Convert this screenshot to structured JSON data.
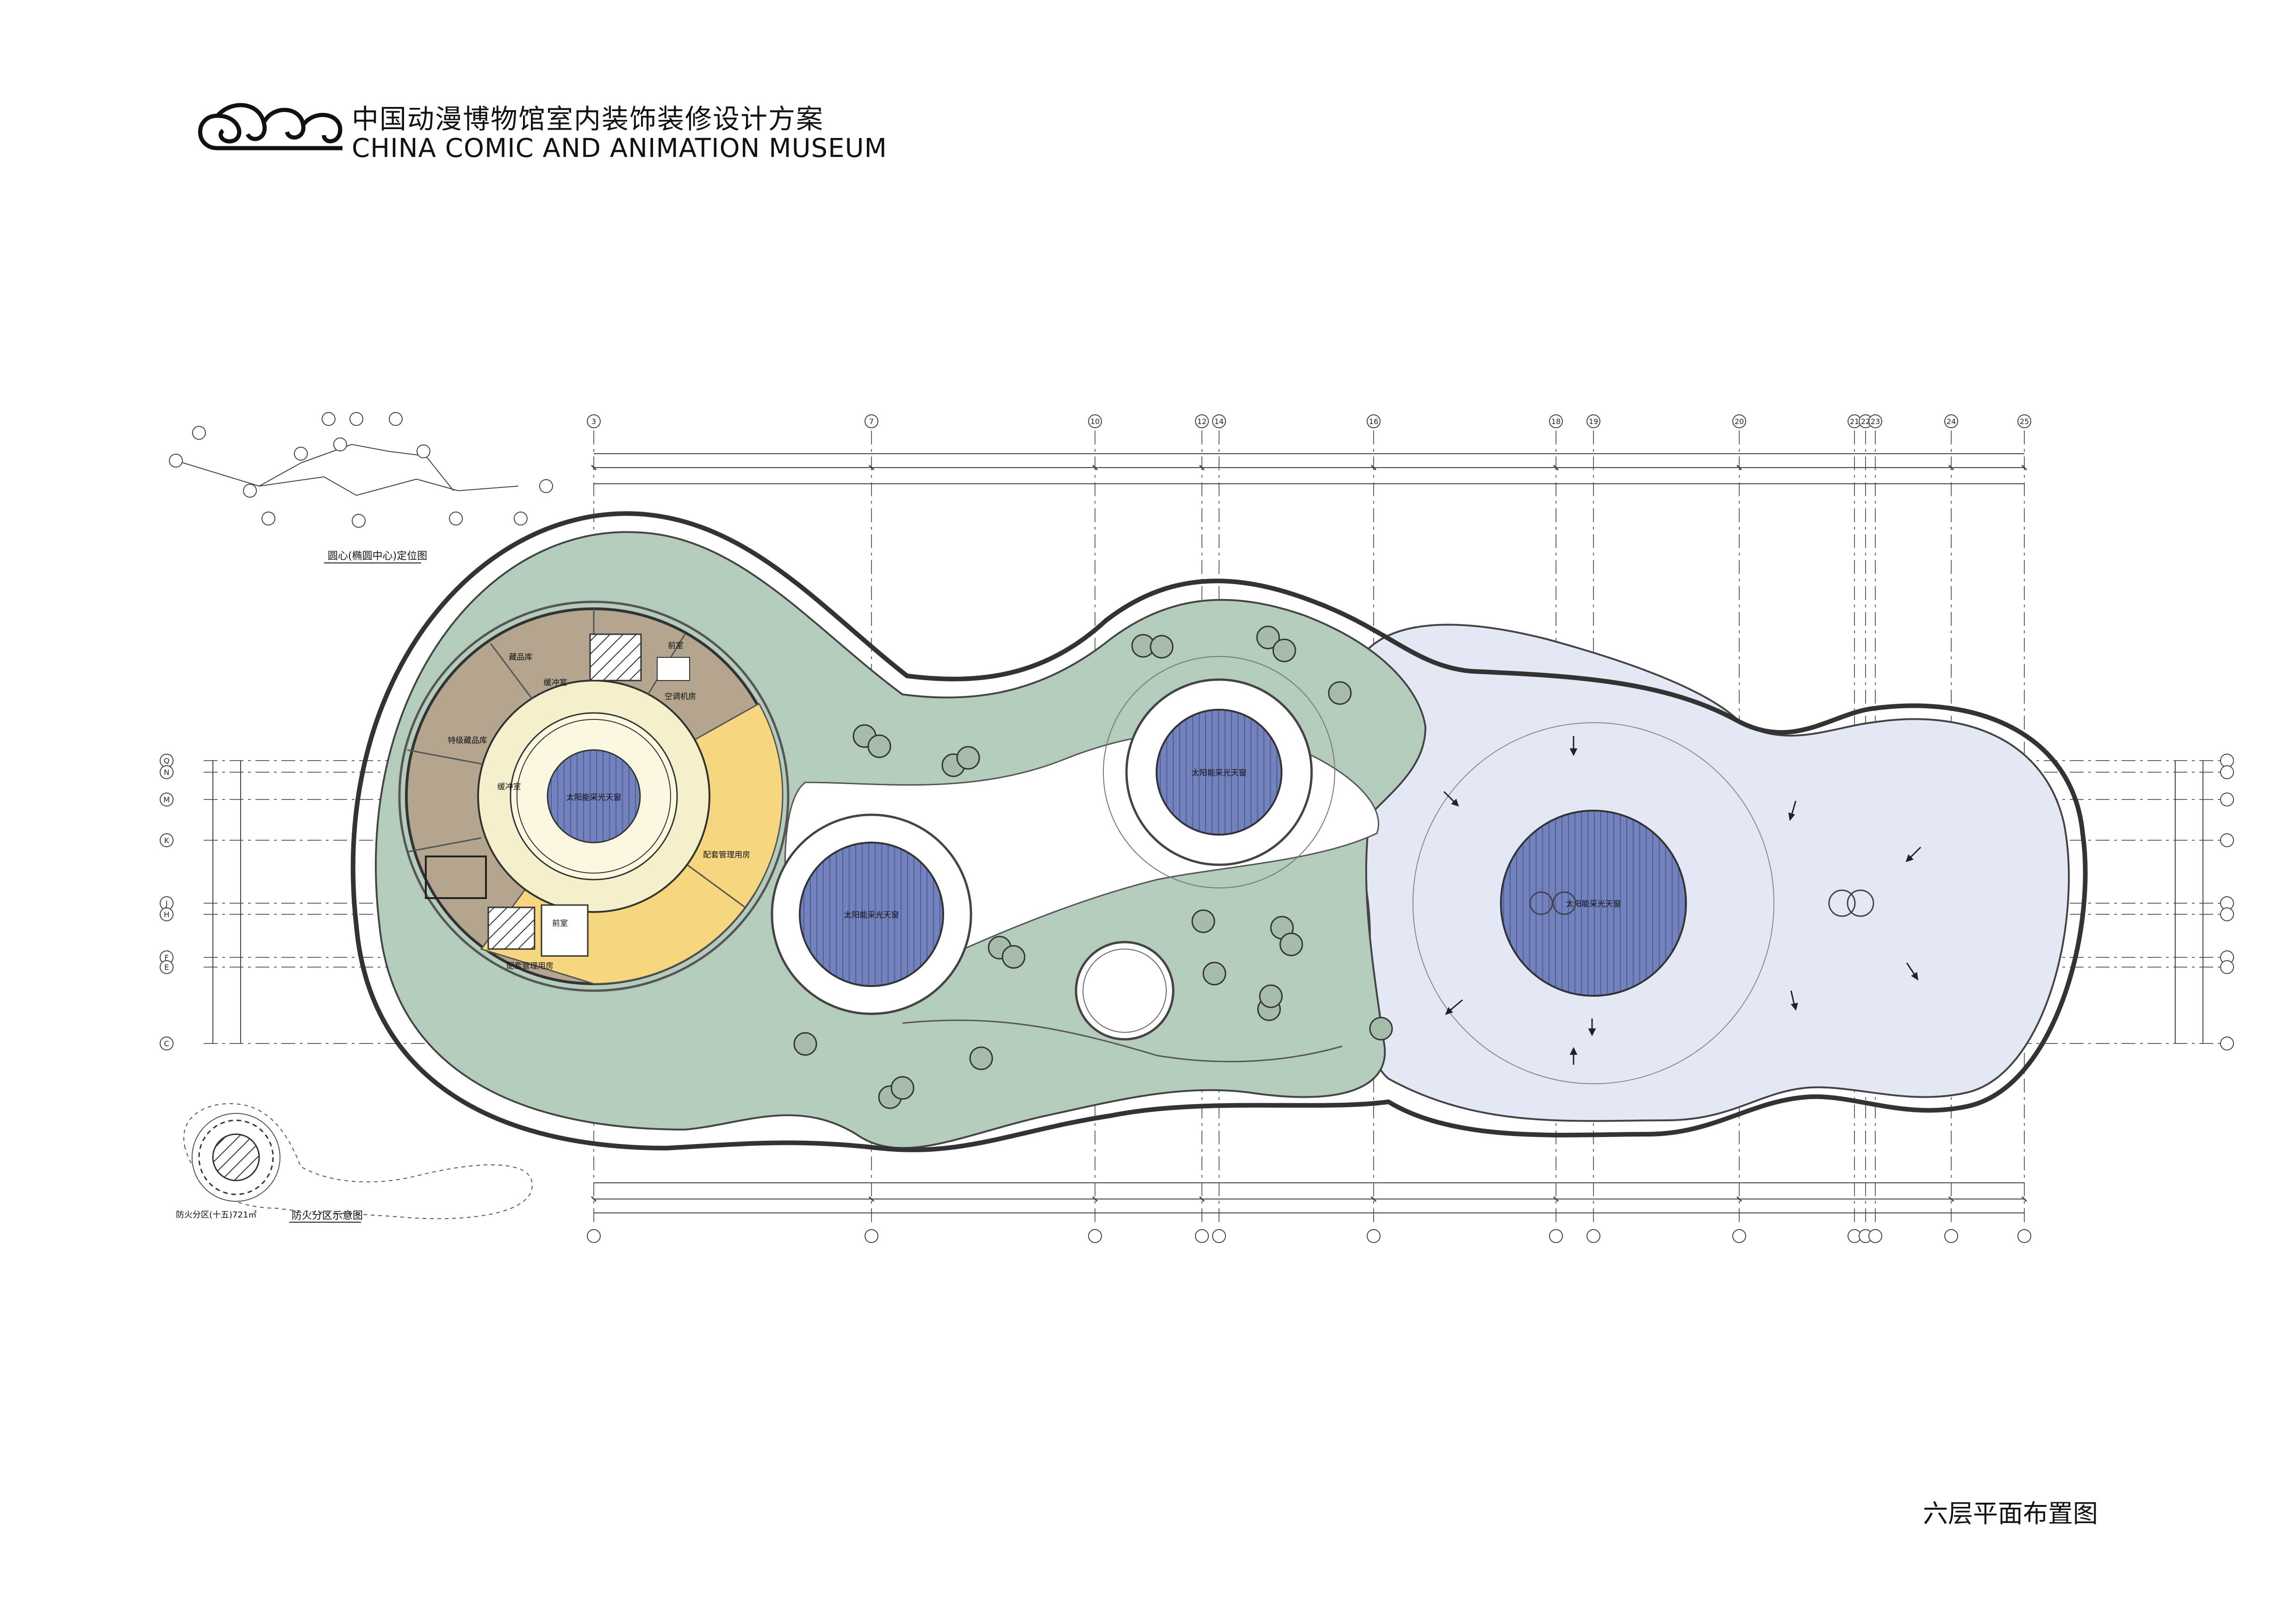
{
  "header": {
    "title_cn": "中国动漫博物馆室内装饰装修设计方案",
    "title_en": "CHINA COMIC AND ANIMATION MUSEUM"
  },
  "sheet_title": "六层平面布置图",
  "key_plan": {
    "caption": "圆心(椭圆中心)定位图"
  },
  "fire_zone": {
    "caption": "防火分区示意图",
    "area_note": "防火分区(十五)721㎡"
  },
  "rooms": {
    "storage_1": "藏品库",
    "buffer_1": "缓冲室",
    "buffer_2": "缓冲室",
    "special_storage": "特级藏品库",
    "hvac": "空调机房",
    "support_mgmt_1": "配套管理用房",
    "support_mgmt_2": "配套管理用房",
    "front_room_1": "前室",
    "front_room_2": "前室",
    "skylight_1": "太阳能采光天窗",
    "skylight_2": "太阳能采光天窗",
    "skylight_3": "太阳能采光天窗",
    "skylight_4": "太阳能采光天窗"
  },
  "axes": {
    "vertical": [
      "3",
      "7",
      "10",
      "12",
      "14",
      "16",
      "18",
      "19",
      "20",
      "21",
      "22",
      "23",
      "24",
      "25"
    ],
    "horizontal": [
      "Q",
      "N",
      "M",
      "K",
      "J",
      "H",
      "F",
      "E",
      "C"
    ]
  },
  "colors": {
    "core_fill": "#b3a58e",
    "support_fill": "#f6d77d",
    "ring_fill": "#f5f0cc",
    "garden_fill": "#b4ccbb",
    "roof_fill": "#e3e8f4",
    "skylight_fill": "#6f80b9",
    "wall": "#4a4a4a"
  }
}
